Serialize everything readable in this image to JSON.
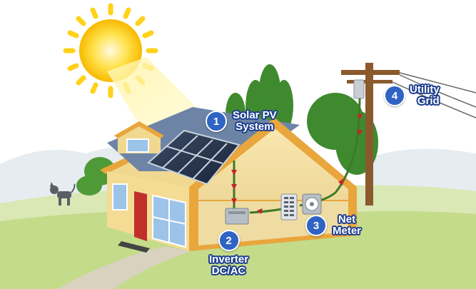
{
  "colors": {
    "sky": "#ffffff",
    "hill_near": "#b9d27a",
    "hill_far": "#d9e8b5",
    "tree": "#3f8a2e",
    "wall": "#f1d890",
    "roof": "#6d84a6",
    "trim": "#e9a63c",
    "door": "#c0302b",
    "panel": "#24324a",
    "badge": "#2f64c4",
    "label_outline": "#1e3f8f",
    "wire": "#3b7a25",
    "arrow": "#c4252c",
    "pole": "#8a5a2e",
    "sun": "#ffd21a"
  },
  "icons": [
    "sun-icon",
    "solar-panel-icon",
    "inverter-icon",
    "meter-icon",
    "breaker-panel-icon",
    "utility-pole-icon",
    "dog-icon"
  ],
  "steps": [
    {
      "number": "1",
      "lines": [
        "Solar PV",
        "System"
      ]
    },
    {
      "number": "2",
      "lines": [
        "Inverter",
        "DC/AC"
      ]
    },
    {
      "number": "3",
      "lines": [
        "Net",
        "Meter"
      ]
    },
    {
      "number": "4",
      "lines": [
        "Utility",
        "Grid"
      ]
    }
  ]
}
